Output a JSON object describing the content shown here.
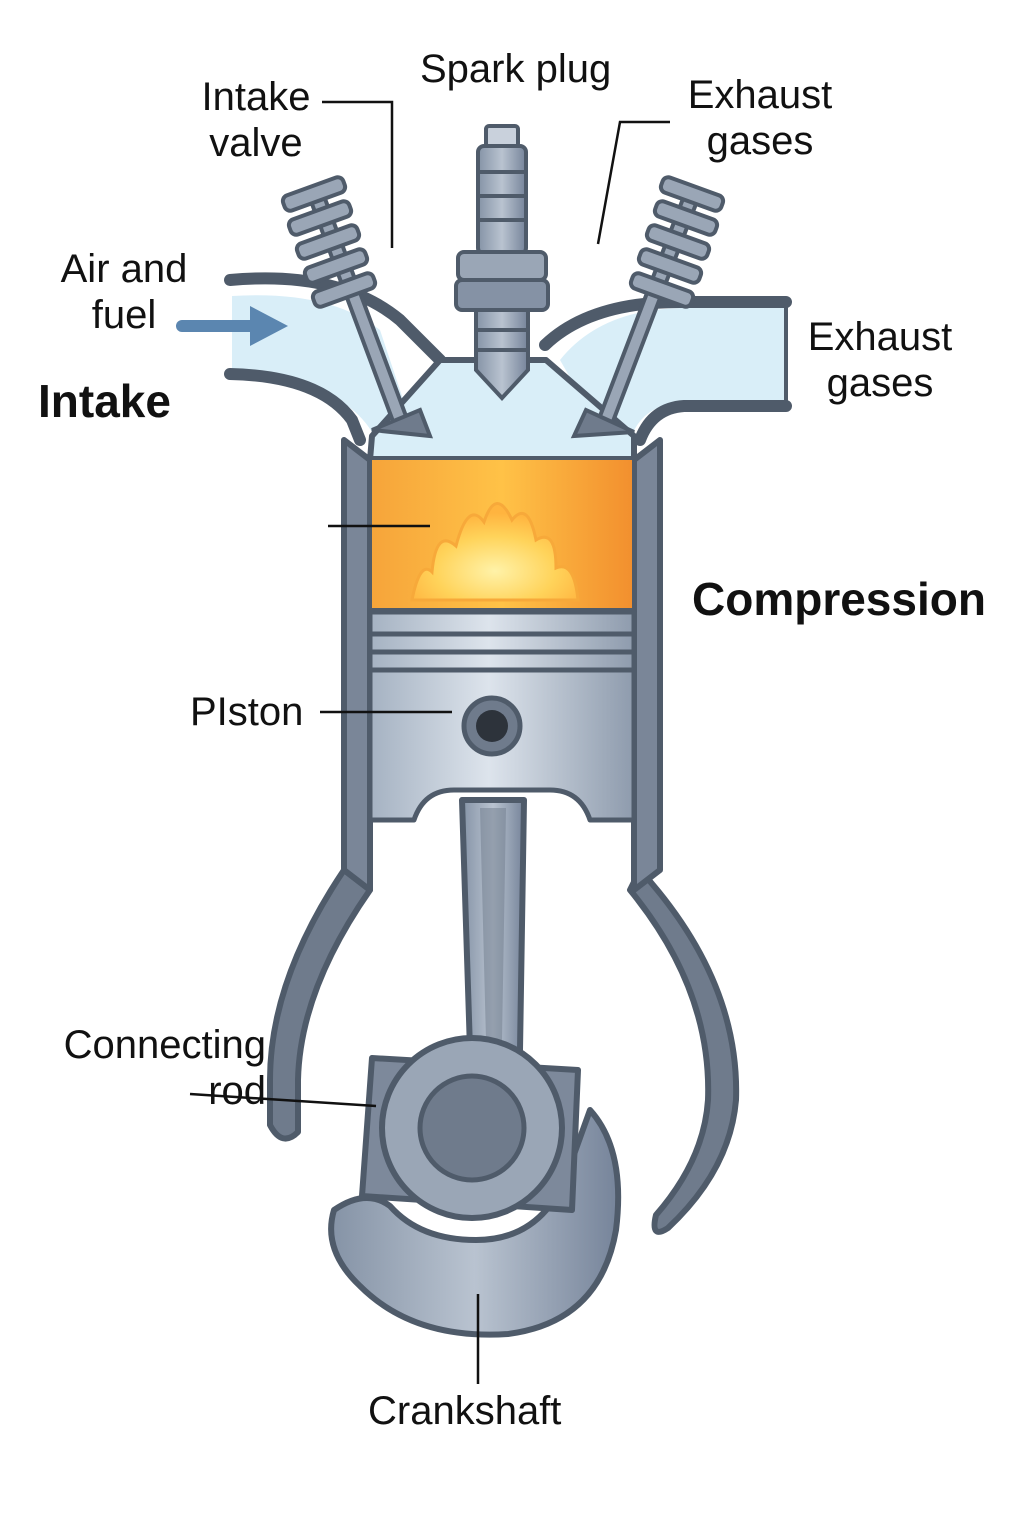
{
  "labels": {
    "spark_plug": "Spark plug",
    "intake_valve": "Intake\nvalve",
    "exhaust_gases_top": "Exhaust\ngases",
    "air_and_fuel": "Air and\nfuel",
    "intake": "Intake",
    "exhaust_gases_right": "Exhaust\ngases",
    "compression": "Compression",
    "piston": "PIston",
    "connecting_rod": "Connecting\nrod",
    "crankshaft": "Crankshaft"
  },
  "colors": {
    "outline": "#4f5b6a",
    "metal": "#9aa6b6",
    "metal_dark": "#6f7b8c",
    "air_fill": "#d9eef8",
    "combustion": "#f7a93a",
    "arrow": "#5b86b0"
  }
}
